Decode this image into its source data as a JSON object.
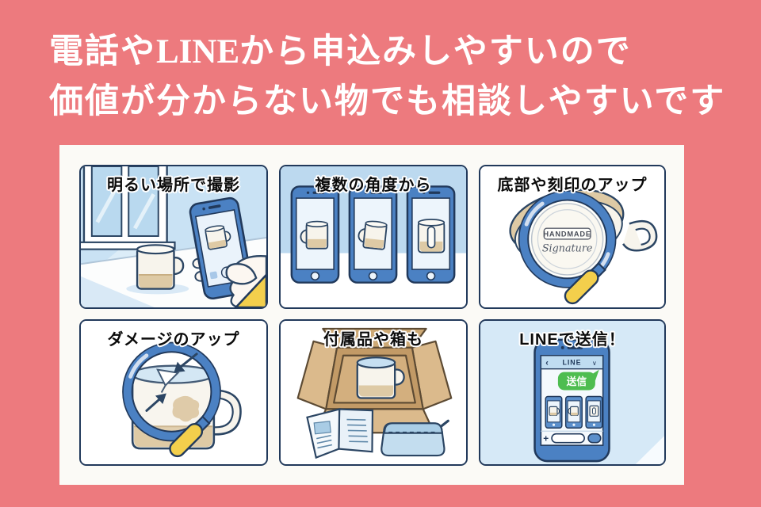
{
  "heading": {
    "line1_pre": "電話や",
    "line1_brand": "LINE",
    "line1_post": "から申込みしやすいので",
    "line2": "価値が分からない物でも相談しやすいです"
  },
  "panels": [
    {
      "title": "明るい場所で撮影"
    },
    {
      "title": "複数の角度から"
    },
    {
      "title": "底部や刻印のアップ",
      "stamp": {
        "line1": "HANDMADE",
        "line2": "Signature"
      }
    },
    {
      "title": "ダメージのアップ"
    },
    {
      "title": "付属品や箱も"
    },
    {
      "title": "LINEで送信！",
      "phone": {
        "back_icon": "‹",
        "app_title": "LINE",
        "collapse_icon": "∨",
        "bubble_label": "送信",
        "plus_label": "+"
      }
    }
  ],
  "colors": {
    "background": "#ED7A7E",
    "card": "#FBFAF6",
    "panel_border": "#21395B",
    "phone_blue": "#4B81C3",
    "light_blue": "#BCD9EF",
    "mug_white": "#F7F4EC",
    "tan": "#DECAA5",
    "box_tan": "#DBBA8C",
    "yellow": "#F3CF4C",
    "line_green": "#4EBD50",
    "heading_text": "#FFFFFF"
  }
}
